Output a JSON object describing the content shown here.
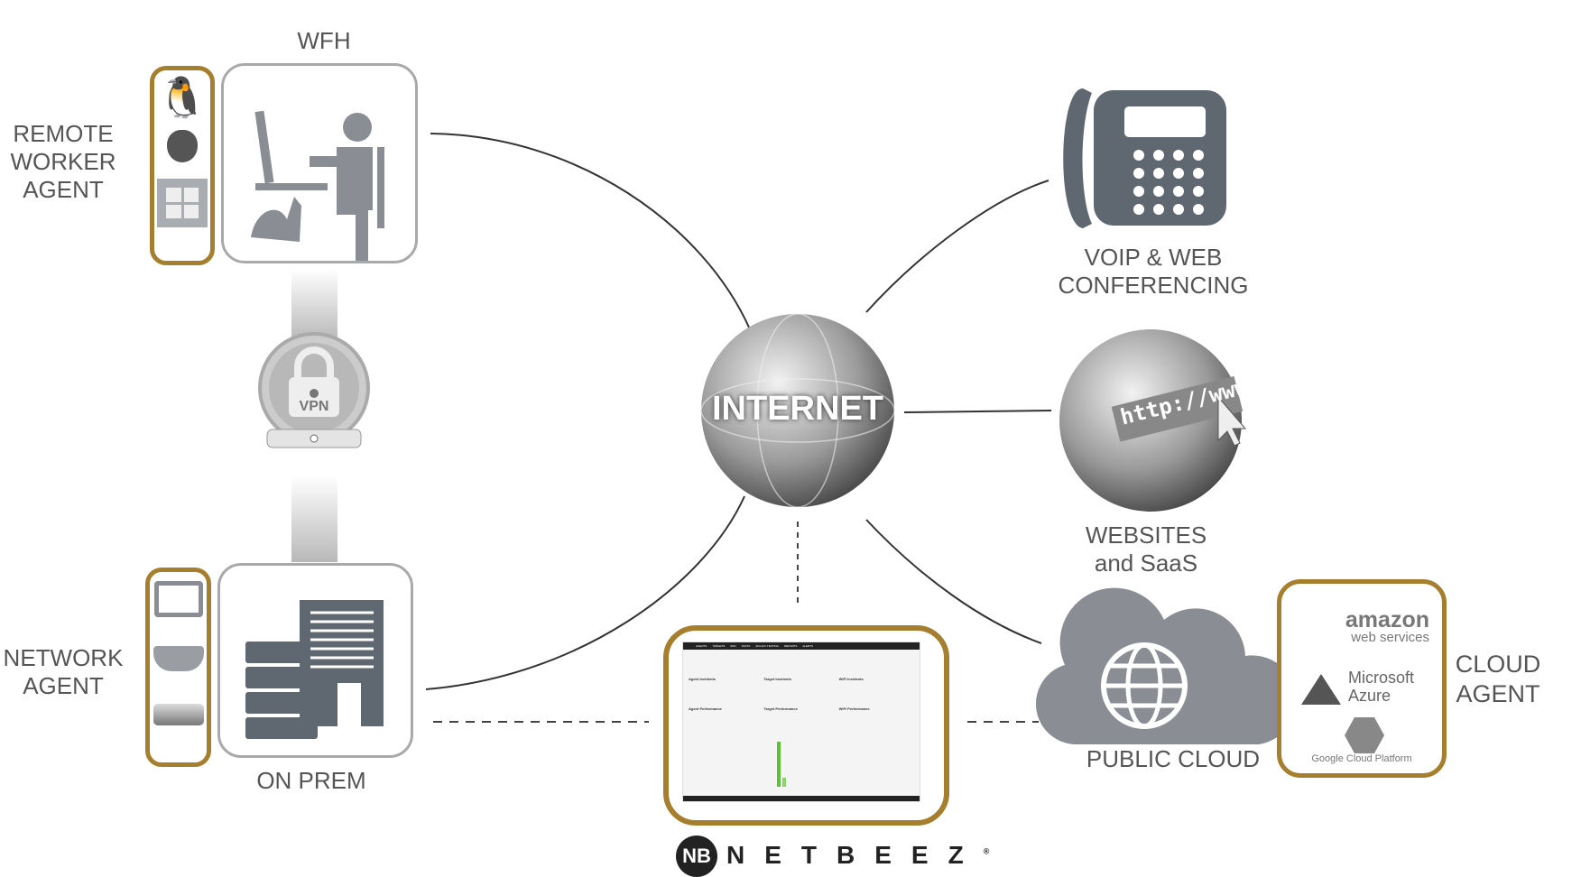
{
  "title": "NetBeez network monitoring overview",
  "labels": {
    "wfh": "WFH",
    "remote_worker_agent": [
      "REMOTE",
      "WORKER",
      "AGENT"
    ],
    "network_agent": [
      "NETWORK",
      "AGENT"
    ],
    "on_prem": "ON PREM",
    "vpn": "VPN",
    "internet": "INTERNET",
    "voip": [
      "VOIP & WEB",
      "CONFERENCING"
    ],
    "websites": [
      "WEBSITES",
      "and SaaS"
    ],
    "http_banner": "http://www.",
    "public_cloud": "PUBLIC CLOUD",
    "cloud_agent": [
      "CLOUD",
      "AGENT"
    ]
  },
  "cloud_providers": {
    "aws": [
      "amazon",
      "web services"
    ],
    "azure": [
      "Microsoft",
      "Azure"
    ],
    "gcp": "Google Cloud Platform"
  },
  "dashboard": {
    "nav": [
      "AGENTS",
      "TARGETS",
      "WIFI",
      "TESTS",
      "AD-HOC TESTING",
      "REPORTS",
      "ALERTS"
    ],
    "sections": [
      "Agent Incidents",
      "Target Incidents",
      "WiFi Incidents",
      "Agent Performance",
      "Target Performance",
      "WiFi Performance"
    ]
  },
  "brand": {
    "logo_mark": "NB",
    "name": "NETBEEZ",
    "registered": "®"
  },
  "icons": [
    "linux-icon",
    "apple-icon",
    "windows-icon",
    "virtual-machine-icon",
    "docker-icon",
    "hardware-appliance-icon"
  ],
  "colors": {
    "accent": "#a57f2d",
    "text": "#555555",
    "icon": "#8a8e94"
  }
}
